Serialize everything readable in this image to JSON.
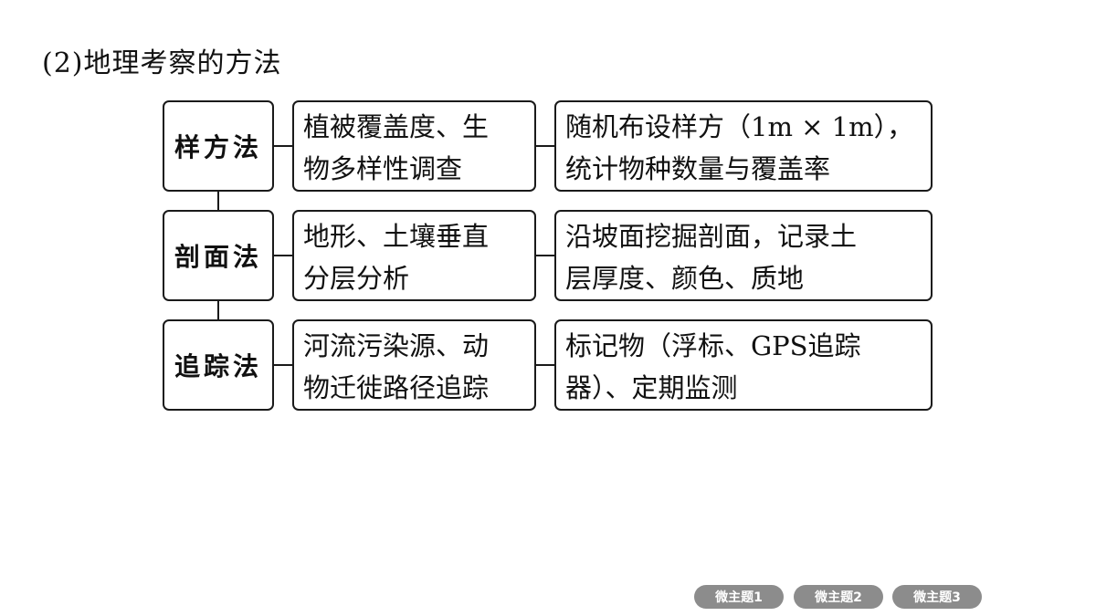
{
  "title": "(2)地理考察的方法",
  "rows": [
    {
      "method": "样方法",
      "object": [
        "植被覆盖度、生",
        "物多样性调查"
      ],
      "steps": [
        "随机布设样方（1m × 1m），",
        "统计物种数量与覆盖率"
      ]
    },
    {
      "method": "剖面法",
      "object": [
        "地形、土壤垂直",
        "分层分析"
      ],
      "steps": [
        "沿坡面挖掘剖面，记录土",
        "层厚度、颜色、质地"
      ]
    },
    {
      "method": "追踪法",
      "object": [
        "河流污染源、动",
        "物迁徙路径追踪"
      ],
      "steps": [
        "标记物（浮标、GPS追踪",
        "器）、定期监测"
      ]
    }
  ],
  "nav": [
    "微主题1",
    "微主题2",
    "微主题3"
  ]
}
